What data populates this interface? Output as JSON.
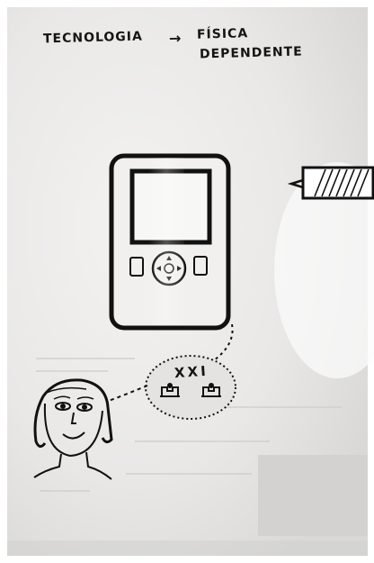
{
  "photo": {
    "description_colors": {
      "paper": "#ecebea",
      "ink": "#141414",
      "border": "#ffffff"
    },
    "icons": [
      "mp3-player-drawing",
      "speech-bubble-drawing",
      "person-face-drawing",
      "tape-strip-drawing"
    ]
  },
  "heading": {
    "word": "TECNOLOGIA",
    "arrow": "→",
    "physical": "FÍSICA",
    "dependent": "DEPENDENTE"
  },
  "bubble": {
    "label": "XXI"
  }
}
